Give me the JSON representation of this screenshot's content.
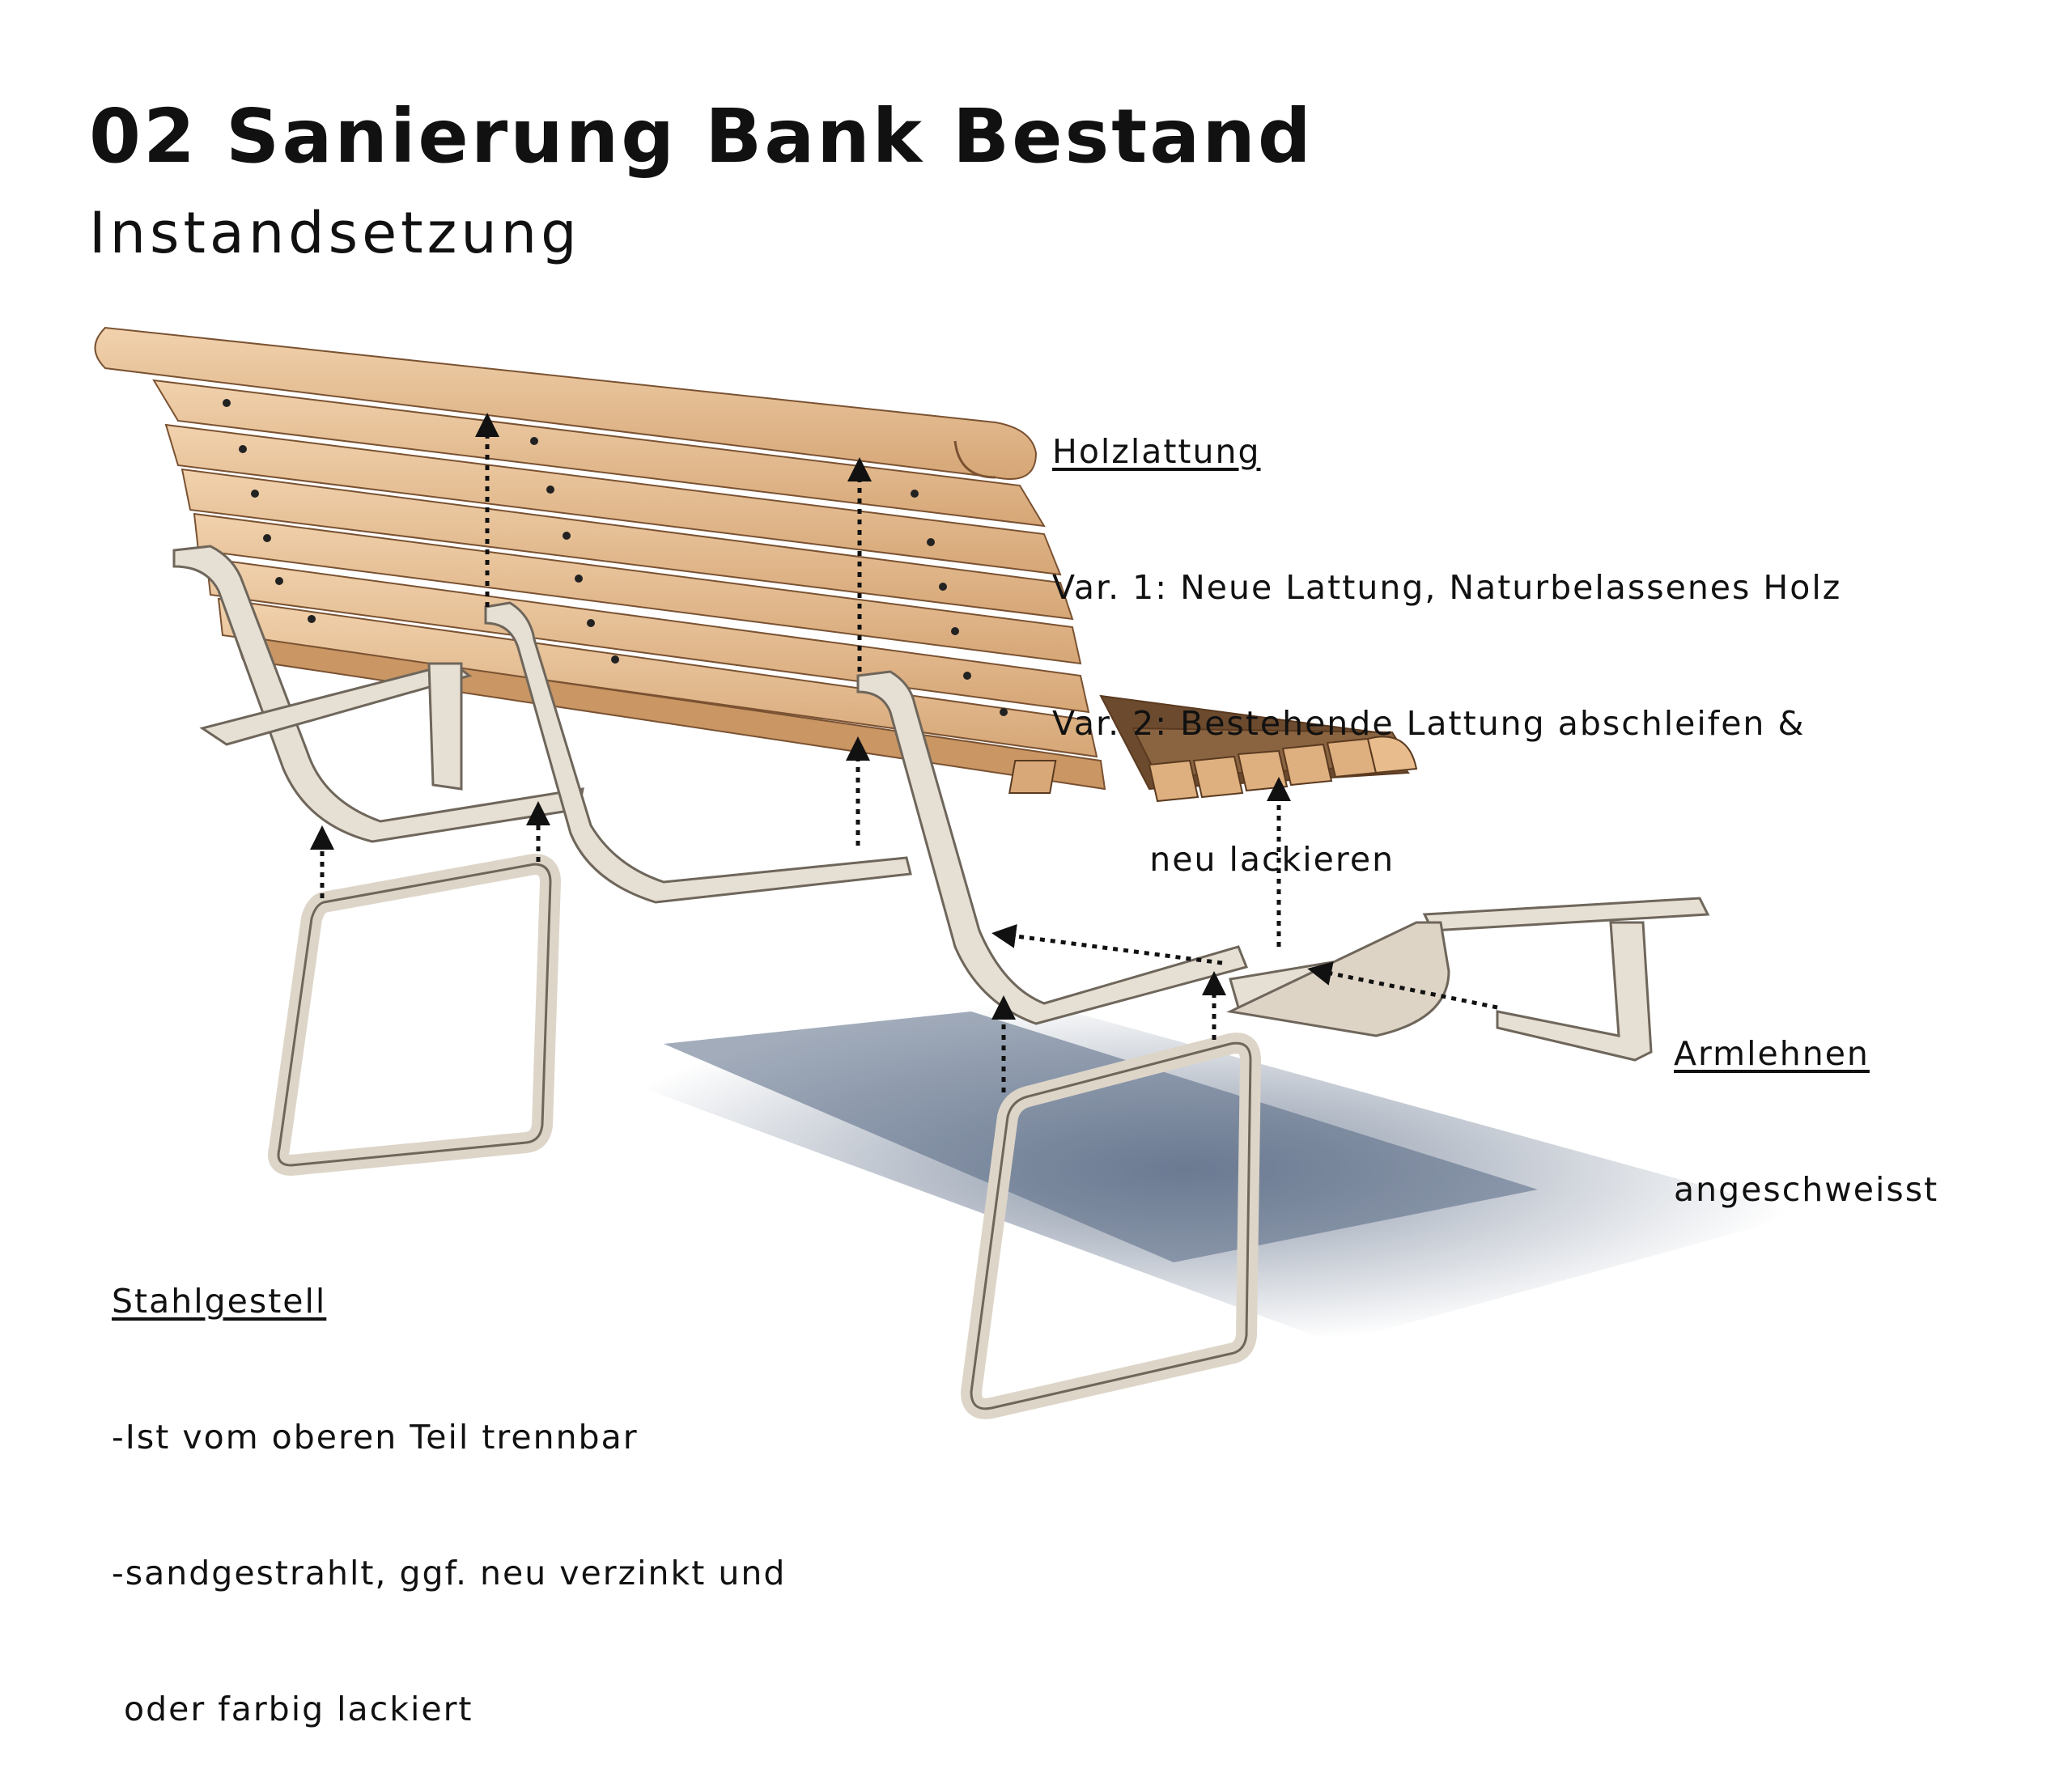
{
  "header": {
    "title": "02 Sanierung Bank Bestand",
    "subtitle": "Instandsetzung"
  },
  "callouts": {
    "holzlattung": {
      "title": "Holzlattung",
      "lines": [
        "Var. 1: Neue Lattung, Naturbelassenes Holz",
        "Var. 2: Bestehende Lattung abschleifen &",
        "        neu lackieren"
      ]
    },
    "armlehnen": {
      "title": "Armlehnen",
      "lines": [
        "angeschweisst"
      ]
    },
    "stahlgestell": {
      "title": "Stahlgestell",
      "lines": [
        "-Ist vom oberen Teil trennbar",
        "-sandgestrahlt, ggf. neu verzinkt und",
        " oder farbig lackiert"
      ]
    }
  },
  "colors": {
    "wood": "#e3b98e",
    "wood_dark": "#b9875c",
    "steel": "#e4dccf",
    "steel_edge": "#6f665b",
    "shadow": "#5d6e86",
    "arrow": "#111111"
  }
}
